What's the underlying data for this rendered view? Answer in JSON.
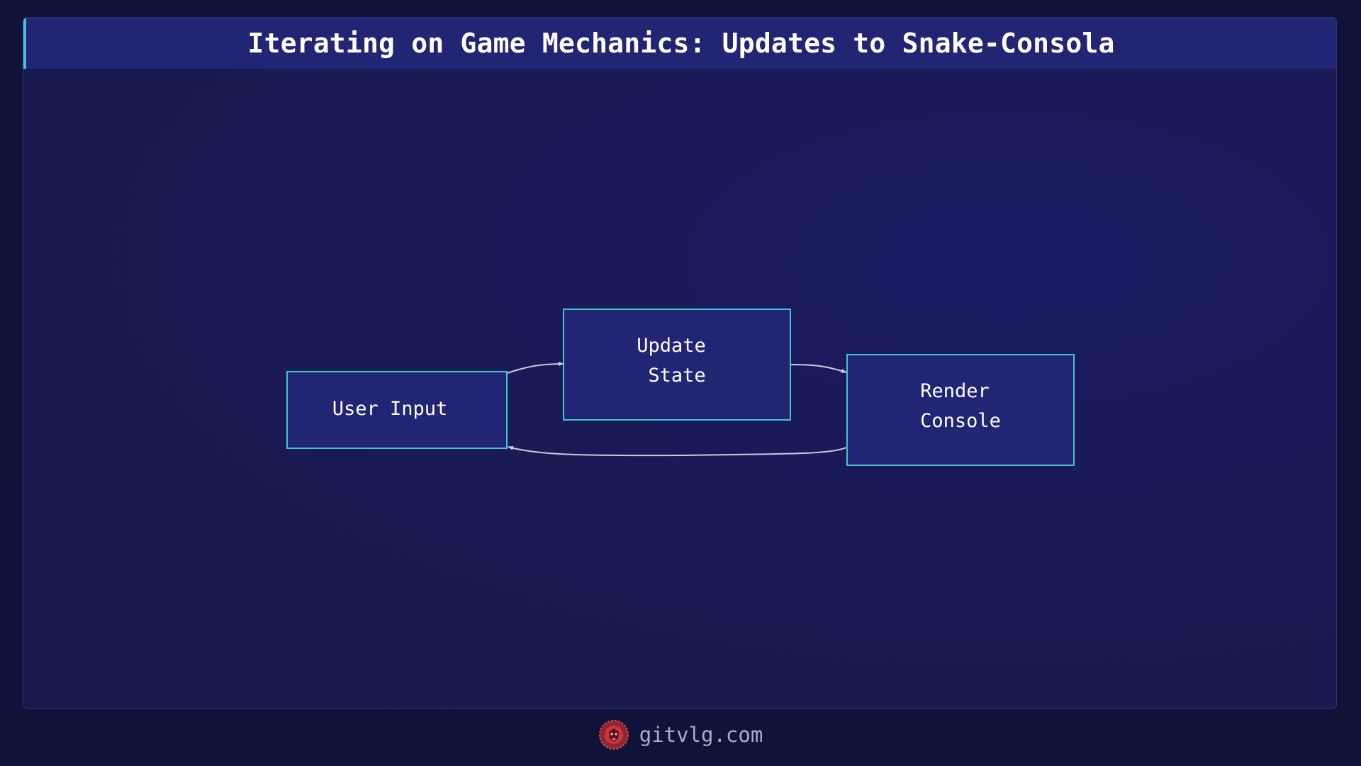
{
  "header": {
    "title": "Iterating on Game Mechanics: Updates to Snake-Consola"
  },
  "diagram": {
    "nodes": [
      {
        "id": "user-input",
        "lines": [
          "User Input"
        ]
      },
      {
        "id": "update-state",
        "lines": [
          "Update",
          "State"
        ]
      },
      {
        "id": "render-console",
        "lines": [
          "Render",
          "Console"
        ]
      }
    ],
    "edges": [
      {
        "from": "user-input",
        "to": "update-state"
      },
      {
        "from": "update-state",
        "to": "render-console"
      },
      {
        "from": "render-console",
        "to": "user-input"
      }
    ]
  },
  "footer": {
    "logo_icon": "lion-head-icon",
    "site": "gitvlg.com"
  },
  "colors": {
    "background": "#11123a",
    "panel": "#1a1a55",
    "title_bar": "#222474",
    "accent": "#3fc6cf",
    "node_fill": "#222474",
    "node_border": "#3fc6cf",
    "edge": "#c9cbe0",
    "logo": "#c8353e"
  }
}
